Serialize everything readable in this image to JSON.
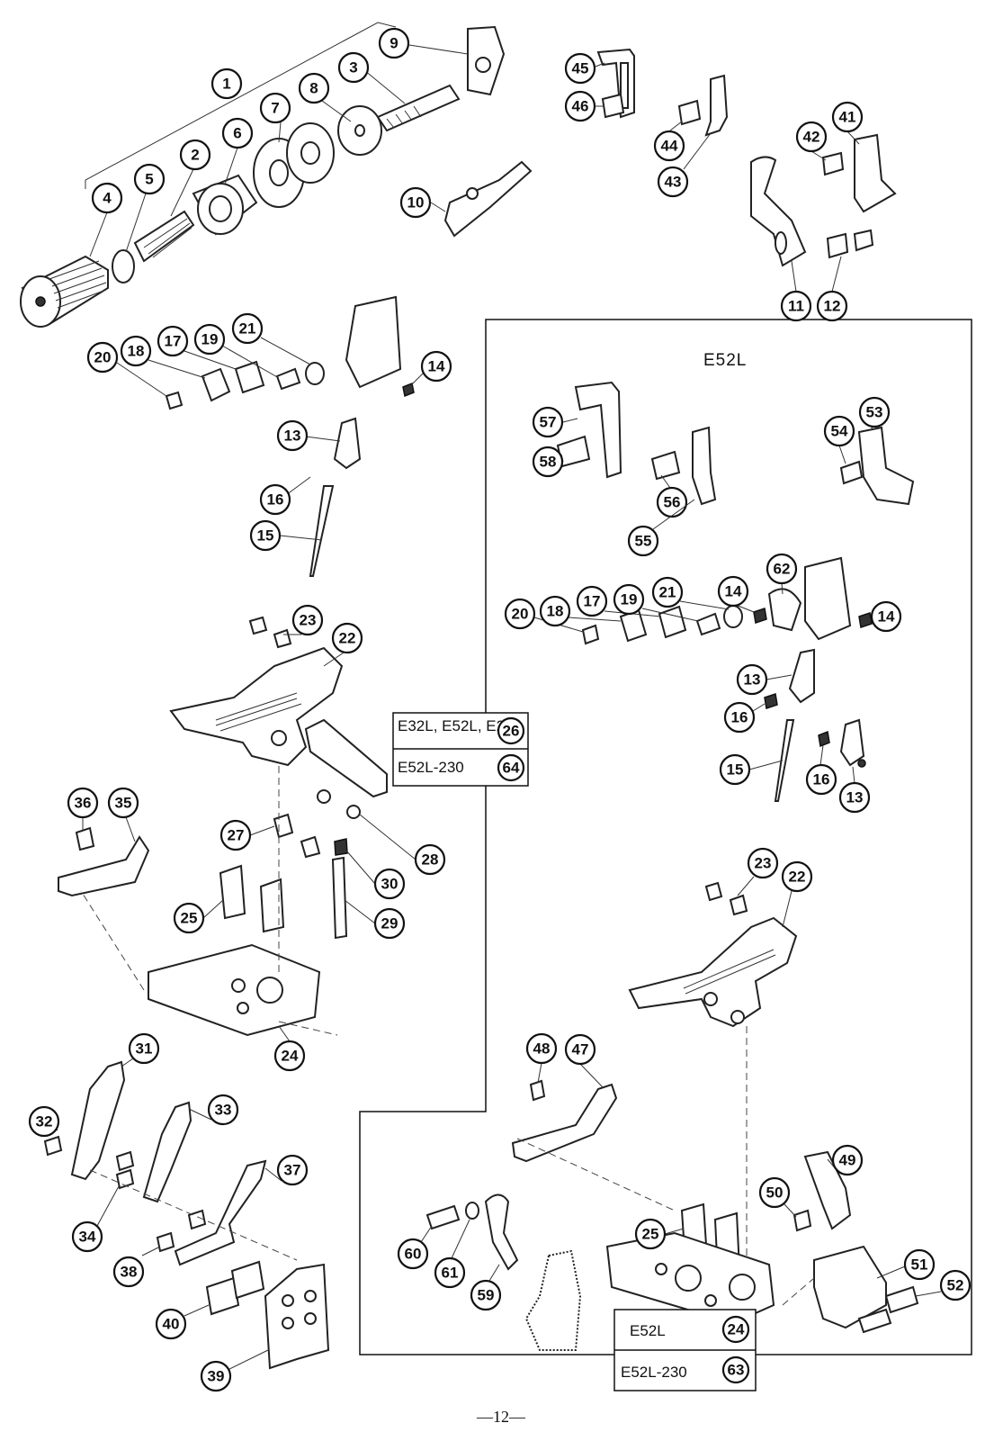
{
  "diagram": {
    "section_title": "E52L",
    "box_upper": {
      "row1_label": "E32L, E52L, E22L",
      "row1_callout": "26",
      "row2_label": "E52L-230",
      "row2_callout": "64"
    },
    "box_lower": {
      "row1_label": "E52L",
      "row1_callout": "24",
      "row2_label": "E52L-230",
      "row2_callout": "63"
    },
    "page_number": "—12—",
    "callouts": [
      {
        "id": "c9",
        "n": "9"
      },
      {
        "id": "c3",
        "n": "3"
      },
      {
        "id": "c1",
        "n": "1"
      },
      {
        "id": "c8",
        "n": "8"
      },
      {
        "id": "c7",
        "n": "7"
      },
      {
        "id": "c6",
        "n": "6"
      },
      {
        "id": "c2",
        "n": "2"
      },
      {
        "id": "c5",
        "n": "5"
      },
      {
        "id": "c4",
        "n": "4"
      },
      {
        "id": "c10",
        "n": "10"
      },
      {
        "id": "c45",
        "n": "45"
      },
      {
        "id": "c46",
        "n": "46"
      },
      {
        "id": "c44",
        "n": "44"
      },
      {
        "id": "c43",
        "n": "43"
      },
      {
        "id": "c42",
        "n": "42"
      },
      {
        "id": "c41",
        "n": "41"
      },
      {
        "id": "c11",
        "n": "11"
      },
      {
        "id": "c12",
        "n": "12"
      },
      {
        "id": "c20a",
        "n": "20"
      },
      {
        "id": "c18a",
        "n": "18"
      },
      {
        "id": "c17a",
        "n": "17"
      },
      {
        "id": "c19a",
        "n": "19"
      },
      {
        "id": "c21a",
        "n": "21"
      },
      {
        "id": "c14a",
        "n": "14"
      },
      {
        "id": "c13a",
        "n": "13"
      },
      {
        "id": "c16a",
        "n": "16"
      },
      {
        "id": "c15a",
        "n": "15"
      },
      {
        "id": "c23a",
        "n": "23"
      },
      {
        "id": "c22a",
        "n": "22"
      },
      {
        "id": "c36",
        "n": "36"
      },
      {
        "id": "c35",
        "n": "35"
      },
      {
        "id": "c27",
        "n": "27"
      },
      {
        "id": "c28",
        "n": "28"
      },
      {
        "id": "c30",
        "n": "30"
      },
      {
        "id": "c29",
        "n": "29"
      },
      {
        "id": "c25a",
        "n": "25"
      },
      {
        "id": "c24a",
        "n": "24"
      },
      {
        "id": "c31",
        "n": "31"
      },
      {
        "id": "c32",
        "n": "32"
      },
      {
        "id": "c33",
        "n": "33"
      },
      {
        "id": "c34",
        "n": "34"
      },
      {
        "id": "c37",
        "n": "37"
      },
      {
        "id": "c38",
        "n": "38"
      },
      {
        "id": "c40",
        "n": "40"
      },
      {
        "id": "c39",
        "n": "39"
      },
      {
        "id": "c57",
        "n": "57"
      },
      {
        "id": "c58",
        "n": "58"
      },
      {
        "id": "c56",
        "n": "56"
      },
      {
        "id": "c55",
        "n": "55"
      },
      {
        "id": "c54",
        "n": "54"
      },
      {
        "id": "c53",
        "n": "53"
      },
      {
        "id": "c20b",
        "n": "20"
      },
      {
        "id": "c18b",
        "n": "18"
      },
      {
        "id": "c17b",
        "n": "17"
      },
      {
        "id": "c19b",
        "n": "19"
      },
      {
        "id": "c21b",
        "n": "21"
      },
      {
        "id": "c14b",
        "n": "14"
      },
      {
        "id": "c62",
        "n": "62"
      },
      {
        "id": "c14c",
        "n": "14"
      },
      {
        "id": "c13b",
        "n": "13"
      },
      {
        "id": "c16b",
        "n": "16"
      },
      {
        "id": "c15b",
        "n": "15"
      },
      {
        "id": "c16c",
        "n": "16"
      },
      {
        "id": "c13c",
        "n": "13"
      },
      {
        "id": "c23b",
        "n": "23"
      },
      {
        "id": "c22b",
        "n": "22"
      },
      {
        "id": "c48",
        "n": "48"
      },
      {
        "id": "c47",
        "n": "47"
      },
      {
        "id": "c25b",
        "n": "25"
      },
      {
        "id": "c49",
        "n": "49"
      },
      {
        "id": "c50",
        "n": "50"
      },
      {
        "id": "c60",
        "n": "60"
      },
      {
        "id": "c61",
        "n": "61"
      },
      {
        "id": "c59",
        "n": "59"
      },
      {
        "id": "c51",
        "n": "51"
      },
      {
        "id": "c52",
        "n": "52"
      }
    ]
  }
}
